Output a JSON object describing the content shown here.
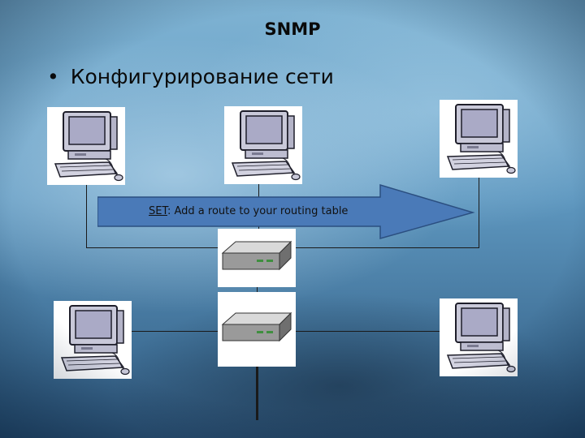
{
  "slide": {
    "title": "SNMP",
    "bullet": "Конфигурирование сети",
    "arrow_keyword": "SET",
    "arrow_text": ": Add a route to your routing table"
  },
  "icons": {
    "pc": "computer-icon",
    "router": "router-icon"
  },
  "colors": {
    "arrow_fill": "#4a7ab8",
    "background": "#6aa0c6"
  }
}
